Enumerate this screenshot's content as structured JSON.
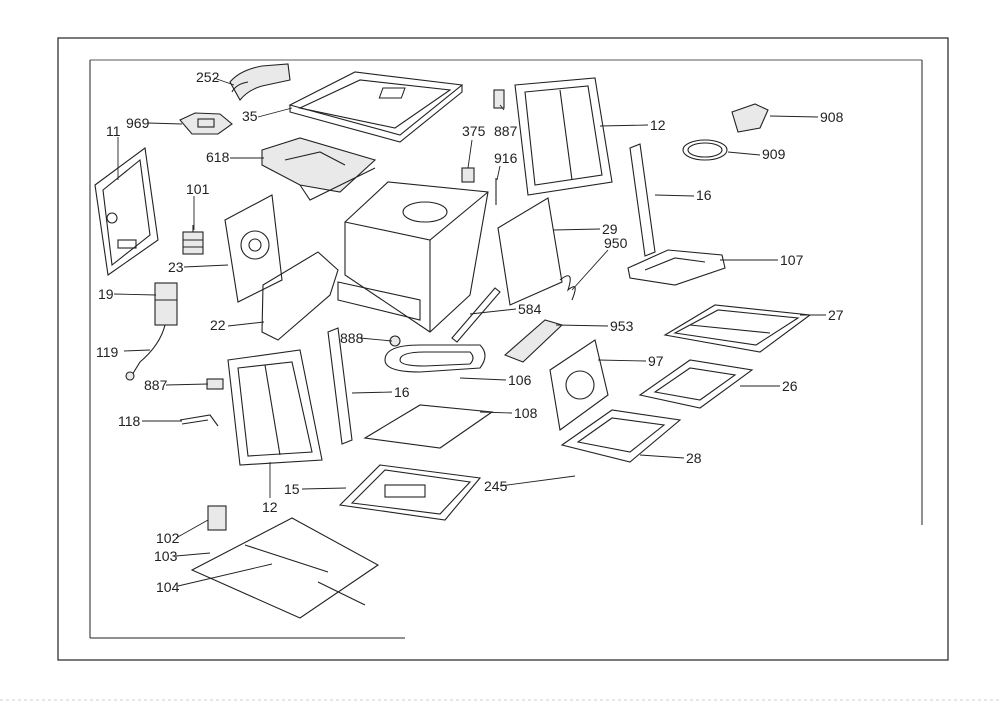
{
  "drawing": {
    "ink_color": "#222222",
    "paper_color": "#ffffff"
  },
  "callouts": [
    {
      "id": "252",
      "text": "252"
    },
    {
      "id": "35",
      "text": "35"
    },
    {
      "id": "969",
      "text": "969"
    },
    {
      "id": "11",
      "text": "11"
    },
    {
      "id": "618",
      "text": "618"
    },
    {
      "id": "101",
      "text": "101"
    },
    {
      "id": "23",
      "text": "23"
    },
    {
      "id": "19",
      "text": "19"
    },
    {
      "id": "22",
      "text": "22"
    },
    {
      "id": "119",
      "text": "119"
    },
    {
      "id": "887a",
      "text": "887"
    },
    {
      "id": "118",
      "text": "118"
    },
    {
      "id": "12a",
      "text": "12"
    },
    {
      "id": "15",
      "text": "15"
    },
    {
      "id": "102",
      "text": "102"
    },
    {
      "id": "103",
      "text": "103"
    },
    {
      "id": "104",
      "text": "104"
    },
    {
      "id": "375",
      "text": "375"
    },
    {
      "id": "887b",
      "text": "887"
    },
    {
      "id": "916",
      "text": "916"
    },
    {
      "id": "12b",
      "text": "12"
    },
    {
      "id": "908",
      "text": "908"
    },
    {
      "id": "909",
      "text": "909"
    },
    {
      "id": "16a",
      "text": "16"
    },
    {
      "id": "29",
      "text": "29"
    },
    {
      "id": "950",
      "text": "950"
    },
    {
      "id": "107",
      "text": "107"
    },
    {
      "id": "27",
      "text": "27"
    },
    {
      "id": "584",
      "text": "584"
    },
    {
      "id": "953",
      "text": "953"
    },
    {
      "id": "888",
      "text": "888"
    },
    {
      "id": "106",
      "text": "106"
    },
    {
      "id": "97",
      "text": "97"
    },
    {
      "id": "26",
      "text": "26"
    },
    {
      "id": "16b",
      "text": "16"
    },
    {
      "id": "108",
      "text": "108"
    },
    {
      "id": "28",
      "text": "28"
    },
    {
      "id": "245",
      "text": "245"
    }
  ]
}
